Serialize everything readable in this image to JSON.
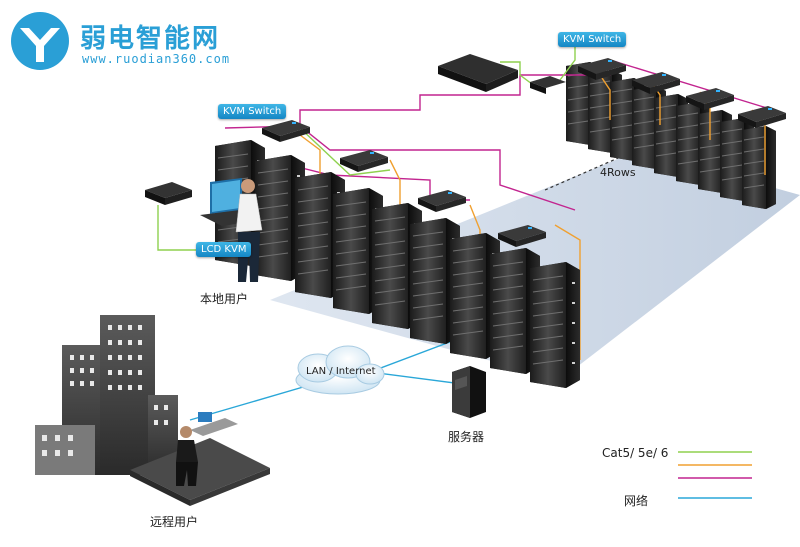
{
  "brand": {
    "name": "弱电智能网",
    "url": "www.ruodian360.com",
    "color": "#2a9fd6"
  },
  "tags": {
    "kvm_switch_left": "KVM Switch",
    "kvm_switch_right": "KVM Switch",
    "lcd_kvm": "LCD KVM"
  },
  "labels": {
    "local_user": "本地用户",
    "remote_user": "远程用户",
    "server": "服务器",
    "rows": "4Rows",
    "cloud": "LAN / Internet"
  },
  "legend": {
    "cable_label": "Cat5/ 5e/ 6",
    "network_label": "网络",
    "colors": {
      "green": "#8fd14f",
      "orange": "#f0a030",
      "magenta": "#c2248f",
      "blue": "#2aa7d8"
    }
  }
}
